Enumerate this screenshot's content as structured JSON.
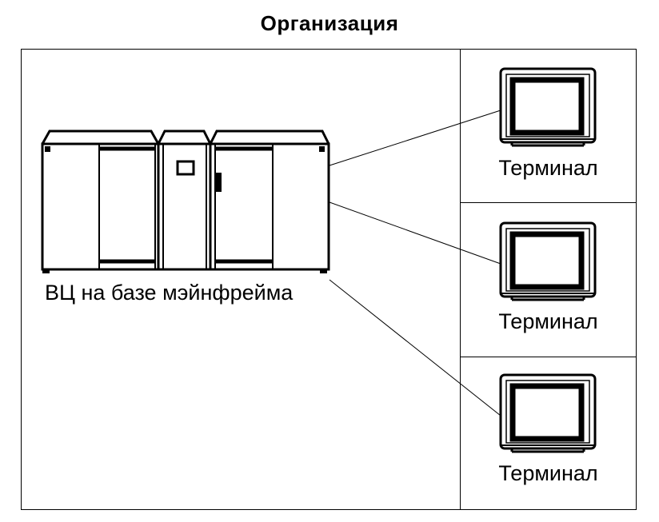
{
  "title": "Организация",
  "mainframe": {
    "label": "ВЦ на базе мэйнфрейма",
    "icon": "mainframe-icon"
  },
  "terminals": [
    {
      "label": "Терминал",
      "icon": "terminal-monitor-icon"
    },
    {
      "label": "Терминал",
      "icon": "terminal-monitor-icon"
    },
    {
      "label": "Терминал",
      "icon": "terminal-monitor-icon"
    }
  ]
}
